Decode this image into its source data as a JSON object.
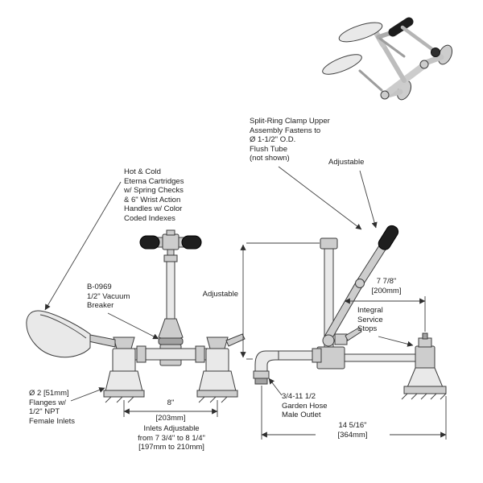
{
  "diagram": {
    "palette": {
      "line": "#3c3c3c",
      "fill_light": "#e9e9e9",
      "fill_mid": "#cdcdcd",
      "fill_dark": "#a2a2a2",
      "grip_black": "#1e1e1e"
    },
    "labels": {
      "split_ring_clamp": "Split-Ring Clamp Upper\nAssembly Fastens to\nØ 1-1/2\" O.D.\nFlush Tube\n(not shown)",
      "adjustable_top": "Adjustable",
      "adjustable_side": "Adjustable",
      "hot_cold": "Hot & Cold\nEterna Cartridges\nw/ Spring Checks\n& 6\" Wrist Action\nHandles w/ Color\nCoded Indexes",
      "vacuum_breaker": "B-0969\n1/2\" Vacuum\nBreaker",
      "integral_stops": "Integral\nService\nStops",
      "flanges": "Ø 2 [51mm]\nFlanges w/\n1/2\" NPT\nFemale Inlets",
      "garden_hose": "3/4-11 1/2\nGarden Hose\nMale Outlet",
      "inlets_adjustable": "Inlets Adjustable\nfrom 7 3/4\" to 8 1/4\"\n[197mm to 210mm]"
    },
    "dimensions": {
      "front_width_in": "8\"",
      "front_width_mm": "[203mm]",
      "arm_reach": "7 7/8\"\n[200mm]",
      "side_width": "14 5/16\"\n[364mm]"
    }
  }
}
